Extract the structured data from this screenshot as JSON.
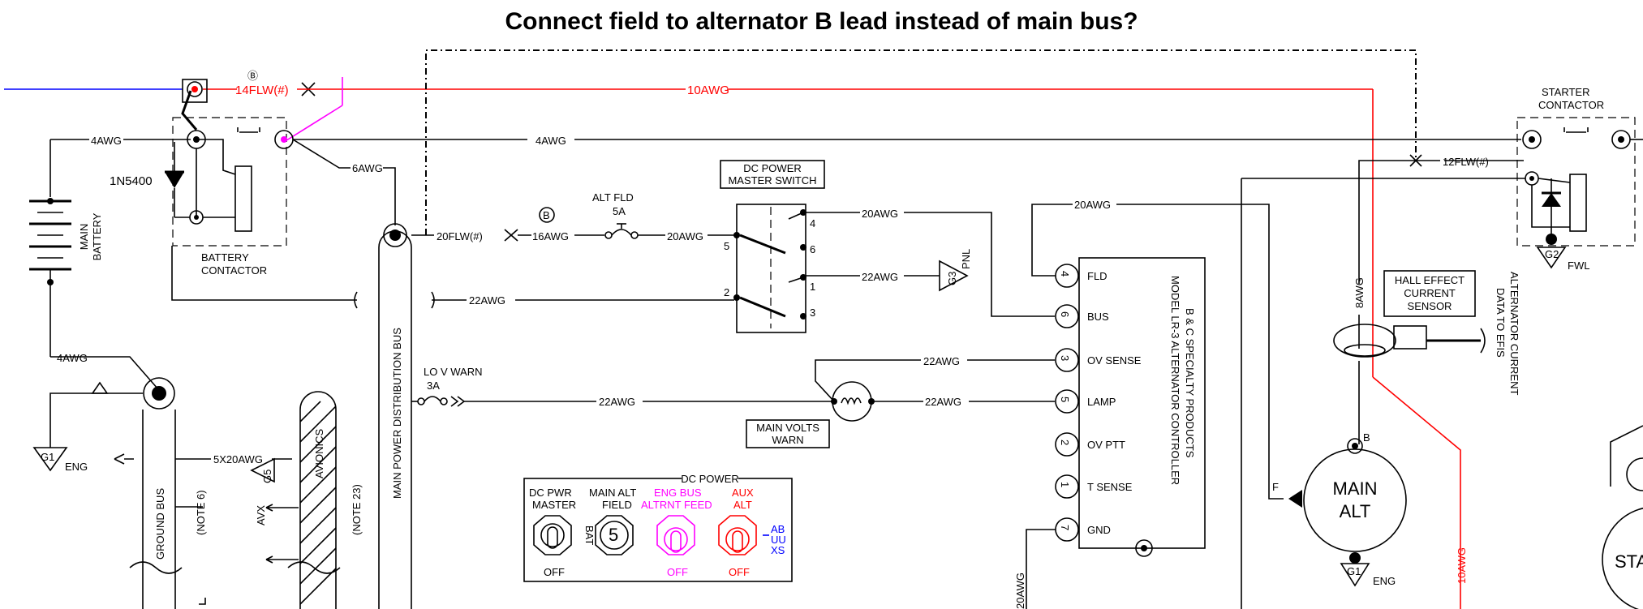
{
  "title": "Connect field to alternator B lead instead of main bus?",
  "wires": {
    "w_14flw": "14FLW(#)",
    "w_10awg_top": "10AWG",
    "w_4awg_a": "4AWG",
    "w_4awg_b": "4AWG",
    "w_4awg_c": "4AWG",
    "w_6awg": "6AWG",
    "w_20flw": "20FLW(#)",
    "w_16awg": "16AWG",
    "w_20awg_a": "20AWG",
    "w_20awg_b": "20AWG",
    "w_20awg_c": "20AWG",
    "w_22awg_a": "22AWG",
    "w_22awg_b": "22AWG",
    "w_22awg_c": "22AWG",
    "w_22awg_d": "22AWG",
    "w_22awg_e": "22AWG",
    "w_12flw": "12FLW(#)",
    "w_8awg": "8AWG",
    "w_5x20awg": "5X20AWG",
    "w_10awg_right": "10AWG",
    "w_20awg_bottom": "20AWG"
  },
  "labels": {
    "diode": "1N5400",
    "main_battery_1": "MAIN",
    "main_battery_2": "BATTERY",
    "battery_contactor_1": "BATTERY",
    "battery_contactor_2": "CONTACTOR",
    "alt_fld_1": "ALT FLD",
    "alt_fld_2": "5A",
    "b_marker": "B",
    "dc_master_1": "DC POWER",
    "dc_master_2": "MASTER SWITCH",
    "sw_4": "4",
    "sw_5": "5",
    "sw_6": "6",
    "sw_1": "1",
    "sw_2": "2",
    "sw_3": "3",
    "g3": "G3",
    "pnl": "PNL",
    "main_bus": "MAIN POWER DISTRIBUTION BUS",
    "lo_v_1": "LO V WARN",
    "lo_v_2": "3A",
    "main_volts_1": "MAIN VOLTS",
    "main_volts_2": "WARN",
    "ground_bus": "GROUND BUS",
    "note6": "(NOTE 6)",
    "avionics": "AVIONICS",
    "note23": "(NOTE 23)",
    "g1": "G1",
    "eng": "ENG",
    "g5": "G5",
    "avx": "AVX",
    "controller_1": "B & C SPECIALTY PRODUCTS",
    "controller_2": "MODEL LR-3 ALTERNATOR CONTROLLER",
    "pin_fld": "FLD",
    "pin_bus": "BUS",
    "pin_ovs": "OV SENSE",
    "pin_lamp": "LAMP",
    "pin_ovptt": "OV PTT",
    "pin_ts": "T SENSE",
    "pin_gnd": "GND",
    "pin_n4": "4",
    "pin_n6": "6",
    "pin_n3": "3",
    "pin_n5": "5",
    "pin_n2": "2",
    "pin_n1": "1",
    "pin_n7": "7",
    "starter_1": "STARTER",
    "starter_2": "CONTACTOR",
    "g2": "G2",
    "fwl": "FWL",
    "hall_1": "HALL EFFECT",
    "hall_2": "CURRENT",
    "hall_3": "SENSOR",
    "alt_current_1": "ALTERNATOR CURRENT",
    "alt_current_2": "DATA TO EFIS",
    "main_alt_1": "MAIN",
    "main_alt_2": "ALT",
    "alt_b": "B",
    "alt_f": "F",
    "g1b": "G1",
    "engb": "ENG",
    "sta": "STA"
  },
  "panel": {
    "title": "DC POWER",
    "sw1_1": "DC PWR",
    "sw1_2": "MASTER",
    "sw2_1": "MAIN ALT",
    "sw2_2": "FIELD",
    "sw3_1": "ENG BUS",
    "sw3_2": "ALTRNT FEED",
    "sw4_1": "AUX",
    "sw4_2": "ALT",
    "bat": "BAT",
    "knob5": "5",
    "off1": "OFF",
    "off3": "OFF",
    "off4": "OFF",
    "abs_1": "AB",
    "abs_2": "UU",
    "abs_3": "XS"
  },
  "colors": {
    "red": "#ff0000",
    "blue": "#0000ff",
    "magenta": "#ff00ff",
    "black": "#000000"
  }
}
